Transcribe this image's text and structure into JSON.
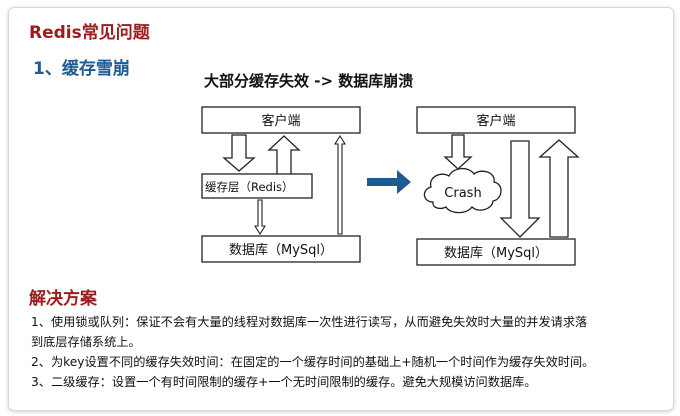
{
  "header": {
    "title": "Redis常见问题"
  },
  "section": {
    "subtitle": "1、缓存雪崩"
  },
  "diagram": {
    "title": "大部分缓存失效 -> 数据库崩溃",
    "left": {
      "client": "客户端",
      "cache": "缓存层（Redis）",
      "db": "数据库（MySql）"
    },
    "right": {
      "client": "客户端",
      "crash": "Crash",
      "db": "数据库（MySql）"
    },
    "colors": {
      "arrow_blue": "#1f5a93",
      "title_red": "#9b1c1c"
    }
  },
  "solutions": {
    "title": "解决方案",
    "items": [
      "1、使用锁或队列：保证不会有大量的线程对数据库一次性进行读写，从而避免失效时大量的并发请求落",
      "到底层存储系统上。",
      "2、为key设置不同的缓存失效时间：在固定的一个缓存时间的基础上+随机一个时间作为缓存失效时间。",
      "3、二级缓存：设置一个有时间限制的缓存+一个无时间限制的缓存。避免大规模访问数据库。"
    ]
  }
}
